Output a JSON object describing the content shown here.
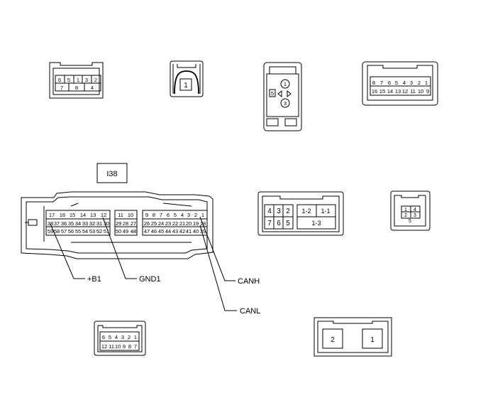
{
  "connector_id": "I38",
  "c1": {
    "row1": [
      "6",
      "5",
      "1",
      "3",
      "2"
    ],
    "row2": [
      "7",
      "8",
      "4"
    ]
  },
  "c2": {
    "pin": "1"
  },
  "c3": {
    "pins": [
      "1",
      "3"
    ],
    "side": "5"
  },
  "c4": {
    "row1": [
      "8",
      "7",
      "6",
      "5",
      "4",
      "3",
      "2",
      "1"
    ],
    "row2": [
      "16",
      "15",
      "14",
      "13",
      "12",
      "11",
      "10",
      "9"
    ]
  },
  "c5": {
    "row1": [
      "4",
      "3",
      "2"
    ],
    "row2": [
      "7",
      "6",
      "5"
    ],
    "right_row1": [
      "1-2",
      "1-1"
    ],
    "right_row2": "1-3"
  },
  "c6": {
    "row1": [
      "1",
      "4"
    ],
    "row2": [
      "2",
      "3"
    ],
    "bottom": "5"
  },
  "c7": {
    "row1": [
      "6",
      "5",
      "4",
      "3",
      "2",
      "1"
    ],
    "row2": [
      "12",
      "11",
      "10",
      "9",
      "8",
      "7"
    ]
  },
  "c8": {
    "pins": [
      "2",
      "1"
    ]
  },
  "main": {
    "g1_row1": [
      "17",
      "16",
      "15",
      "14",
      "13",
      "12"
    ],
    "g1_row2": [
      "38",
      "37",
      "36",
      "35",
      "34",
      "33",
      "32",
      "31",
      "30"
    ],
    "g1_row3": [
      "59",
      "58",
      "57",
      "56",
      "55",
      "54",
      "53",
      "52",
      "51"
    ],
    "g2_row1": [
      "11",
      "10"
    ],
    "g2_row2": [
      "29",
      "28",
      "27"
    ],
    "g2_row3": [
      "50",
      "49",
      "48"
    ],
    "g3_row1": [
      "9",
      "8",
      "7",
      "6",
      "5",
      "4",
      "3",
      "2",
      "1"
    ],
    "g3_row2": [
      "26",
      "25",
      "24",
      "23",
      "22",
      "21",
      "20",
      "19",
      "18"
    ],
    "g3_row3": [
      "47",
      "46",
      "45",
      "44",
      "43",
      "42",
      "41",
      "40",
      "39"
    ]
  },
  "callouts": {
    "b1": "+B1",
    "gnd1": "GND1",
    "canh": "CANH",
    "canl": "CANL"
  }
}
